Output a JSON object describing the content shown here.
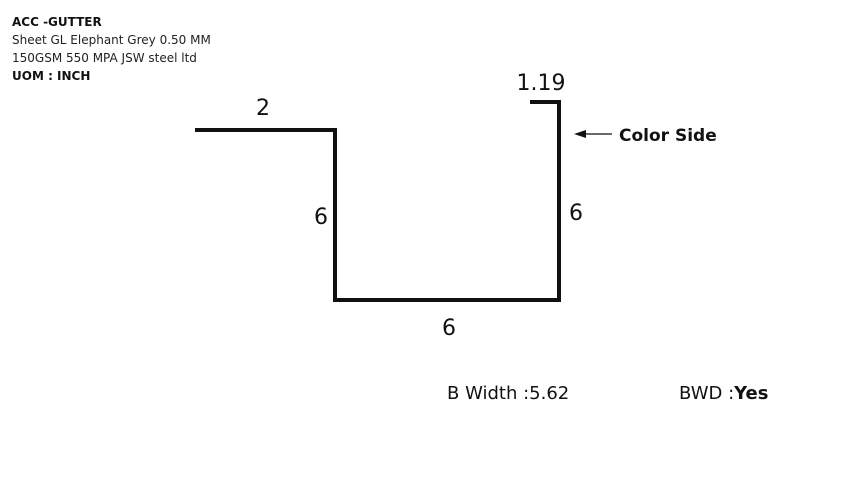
{
  "header": {
    "product_name": "ACC -GUTTER",
    "material": "Sheet GL Elephant Grey 0.50 MM",
    "spec": "150GSM 550 MPA JSW steel ltd",
    "uom": "UOM : INCH"
  },
  "profile": {
    "segments": [
      {
        "name": "top-left-flange",
        "dimension": "2"
      },
      {
        "name": "left-wall",
        "dimension": "6"
      },
      {
        "name": "bottom",
        "dimension": "6"
      },
      {
        "name": "right-wall",
        "dimension": "6"
      },
      {
        "name": "top-right-lip",
        "dimension": "1.19"
      }
    ],
    "color_side_label": "Color Side",
    "colors": {
      "line": "#111111"
    }
  },
  "footer": {
    "b_width_label": "B Width :",
    "b_width_value": "5.62",
    "bwd_label": "BWD :",
    "bwd_value": "Yes"
  }
}
